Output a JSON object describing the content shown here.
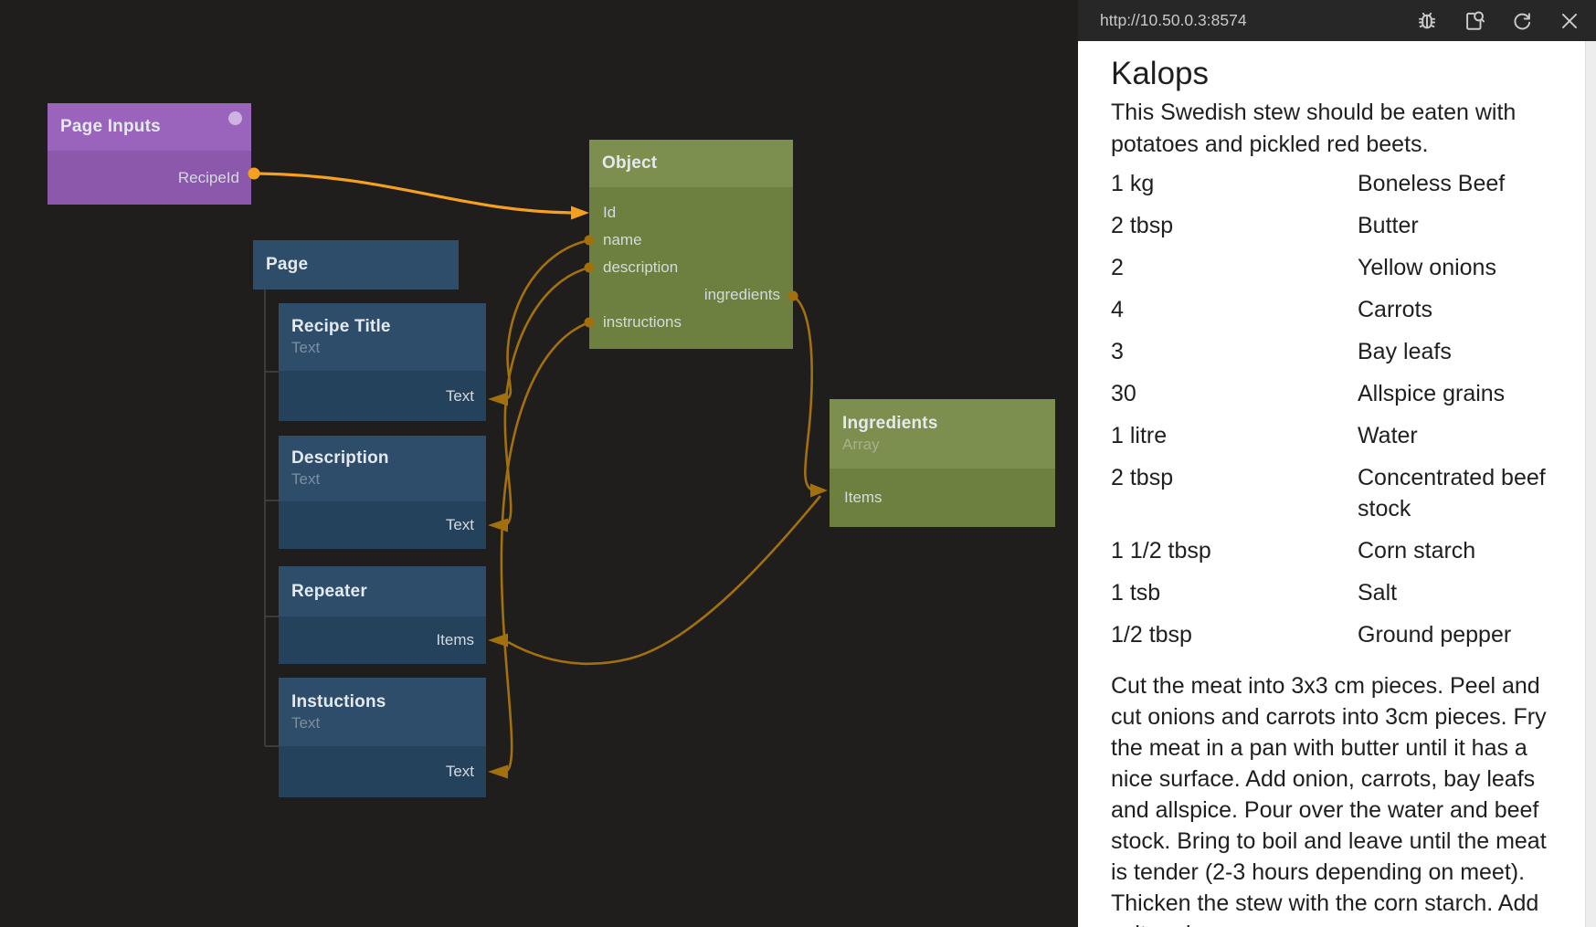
{
  "canvas": {
    "nodes": {
      "page_inputs": {
        "title": "Page Inputs",
        "port": "RecipeId"
      },
      "page": {
        "title": "Page"
      },
      "recipe_title": {
        "title": "Recipe Title",
        "subtitle": "Text",
        "port": "Text"
      },
      "description": {
        "title": "Description",
        "subtitle": "Text",
        "port": "Text"
      },
      "repeater": {
        "title": "Repeater",
        "port": "Items"
      },
      "instuctions": {
        "title": "Instuctions",
        "subtitle": "Text",
        "port": "Text"
      },
      "object": {
        "title": "Object",
        "ports": [
          "Id",
          "name",
          "description",
          "ingredients",
          "instructions"
        ]
      },
      "ingredients": {
        "title": "Ingredients",
        "subtitle": "Array",
        "port": "Items"
      }
    }
  },
  "preview": {
    "url": "http://10.50.0.3:8574",
    "toolbar_icons": [
      "debug-bug",
      "inspect-page",
      "refresh",
      "close"
    ],
    "recipe": {
      "title": "Kalops",
      "description": "This Swedish stew should be eaten with potatoes and pickled red beets.",
      "ingredients": [
        {
          "amount": "1 kg",
          "name": "Boneless Beef"
        },
        {
          "amount": "2 tbsp",
          "name": "Butter"
        },
        {
          "amount": "2",
          "name": "Yellow onions"
        },
        {
          "amount": "4",
          "name": "Carrots"
        },
        {
          "amount": "3",
          "name": "Bay leafs"
        },
        {
          "amount": "30",
          "name": "Allspice grains"
        },
        {
          "amount": "1 litre",
          "name": "Water"
        },
        {
          "amount": "2 tbsp",
          "name": "Concentrated beef stock"
        },
        {
          "amount": "1 1/2 tbsp",
          "name": "Corn starch"
        },
        {
          "amount": "1 tsb",
          "name": "Salt"
        },
        {
          "amount": "1/2 tbsp",
          "name": "Ground pepper"
        }
      ],
      "instructions": "Cut the meat into 3x3 cm pieces. Peel and cut onions and carrots into 3cm pieces. Fry the meat in a pan with butter until it has a nice surface. Add onion, carrots, bay leafs and allspice. Pour over the water and beef stock. Bring to boil and leave until the meat is tender (2-3 hours depending on meet). Thicken the stew with the corn starch. Add salt and pepper."
    }
  },
  "colors": {
    "canvas_bg": "#201e1d",
    "blue_header": "#2e4d6b",
    "blue_body": "#25425c",
    "green_header": "#7d8f4f",
    "green_body": "#6e8040",
    "purple_header": "#9a64bd",
    "purple_body": "#8b58ab",
    "wire": "#a2700e",
    "wire_active": "#f5a01f",
    "toolbar_bg": "#272727",
    "icon": "#c9c9c9",
    "page_bg": "#ffffff",
    "page_text": "#1f1f1f"
  }
}
